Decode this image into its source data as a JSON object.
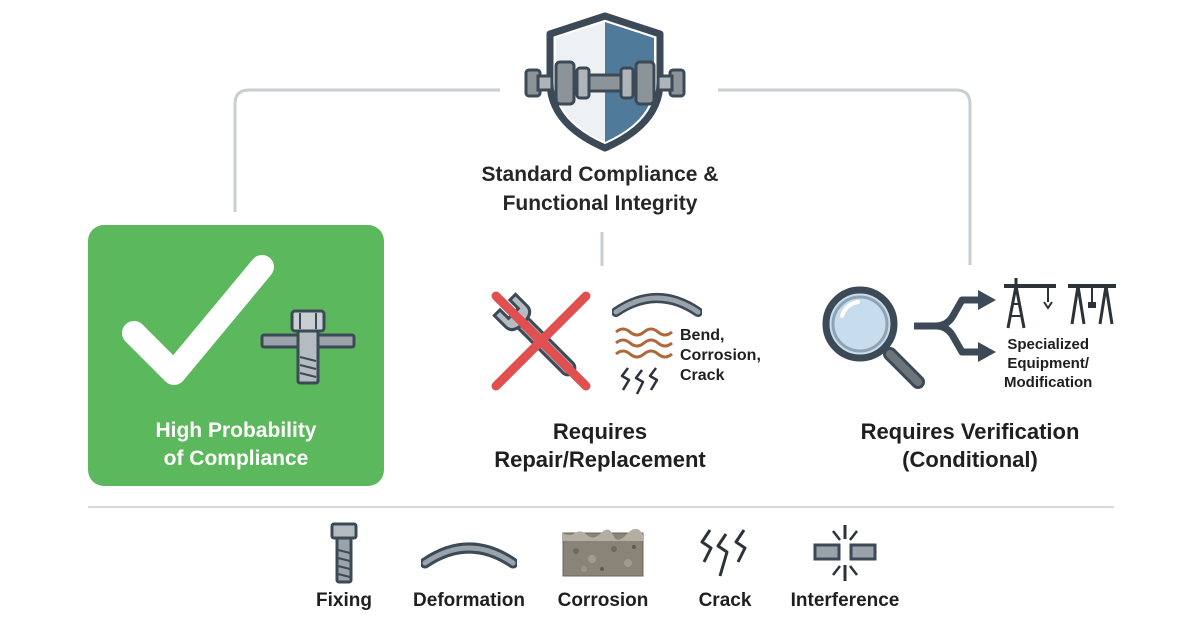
{
  "root": {
    "title_line1": "Standard Compliance &",
    "title_line2": "Functional Integrity",
    "icon": "shield-bolt-icon"
  },
  "branches": [
    {
      "id": "compliance",
      "label_line1": "High Probability",
      "label_line2": "of Compliance",
      "color": "#5cb85c",
      "icons": [
        "checkmark-icon",
        "bolt-fixing-icon"
      ]
    },
    {
      "id": "repair",
      "label_line1": "Requires",
      "label_line2": "Repair/Replacement",
      "note_line1": "Bend,",
      "note_line2": "Corrosion,",
      "note_line3": "Crack",
      "accent": "#e05050",
      "icons": [
        "crossed-wrench-icon",
        "bend-icon",
        "corrosion-icon",
        "crack-icon"
      ]
    },
    {
      "id": "verification",
      "label_line1": "Requires Verification",
      "label_line2": "(Conditional)",
      "note_line1": "Specialized",
      "note_line2": "Equipment/",
      "note_line3": "Modification",
      "icons": [
        "magnifier-icon",
        "fork-arrow-icon",
        "crane-icon",
        "gantry-icon"
      ]
    }
  ],
  "legend": [
    {
      "label": "Fixing",
      "icon": "bolt-icon"
    },
    {
      "label": "Deformation",
      "icon": "bent-plate-icon"
    },
    {
      "label": "Corrosion",
      "icon": "corrosion-texture-icon"
    },
    {
      "label": "Crack",
      "icon": "crack-icon"
    },
    {
      "label": "Interference",
      "icon": "interference-icon"
    }
  ],
  "colors": {
    "shield_dark": "#3c4a57",
    "shield_blue": "#4f7a9a",
    "connector": "#c8cfd3",
    "green": "#5cb85c",
    "red_cross": "#e05050",
    "rust": "#b0673a",
    "magnifier_glass": "#c7dcec"
  }
}
